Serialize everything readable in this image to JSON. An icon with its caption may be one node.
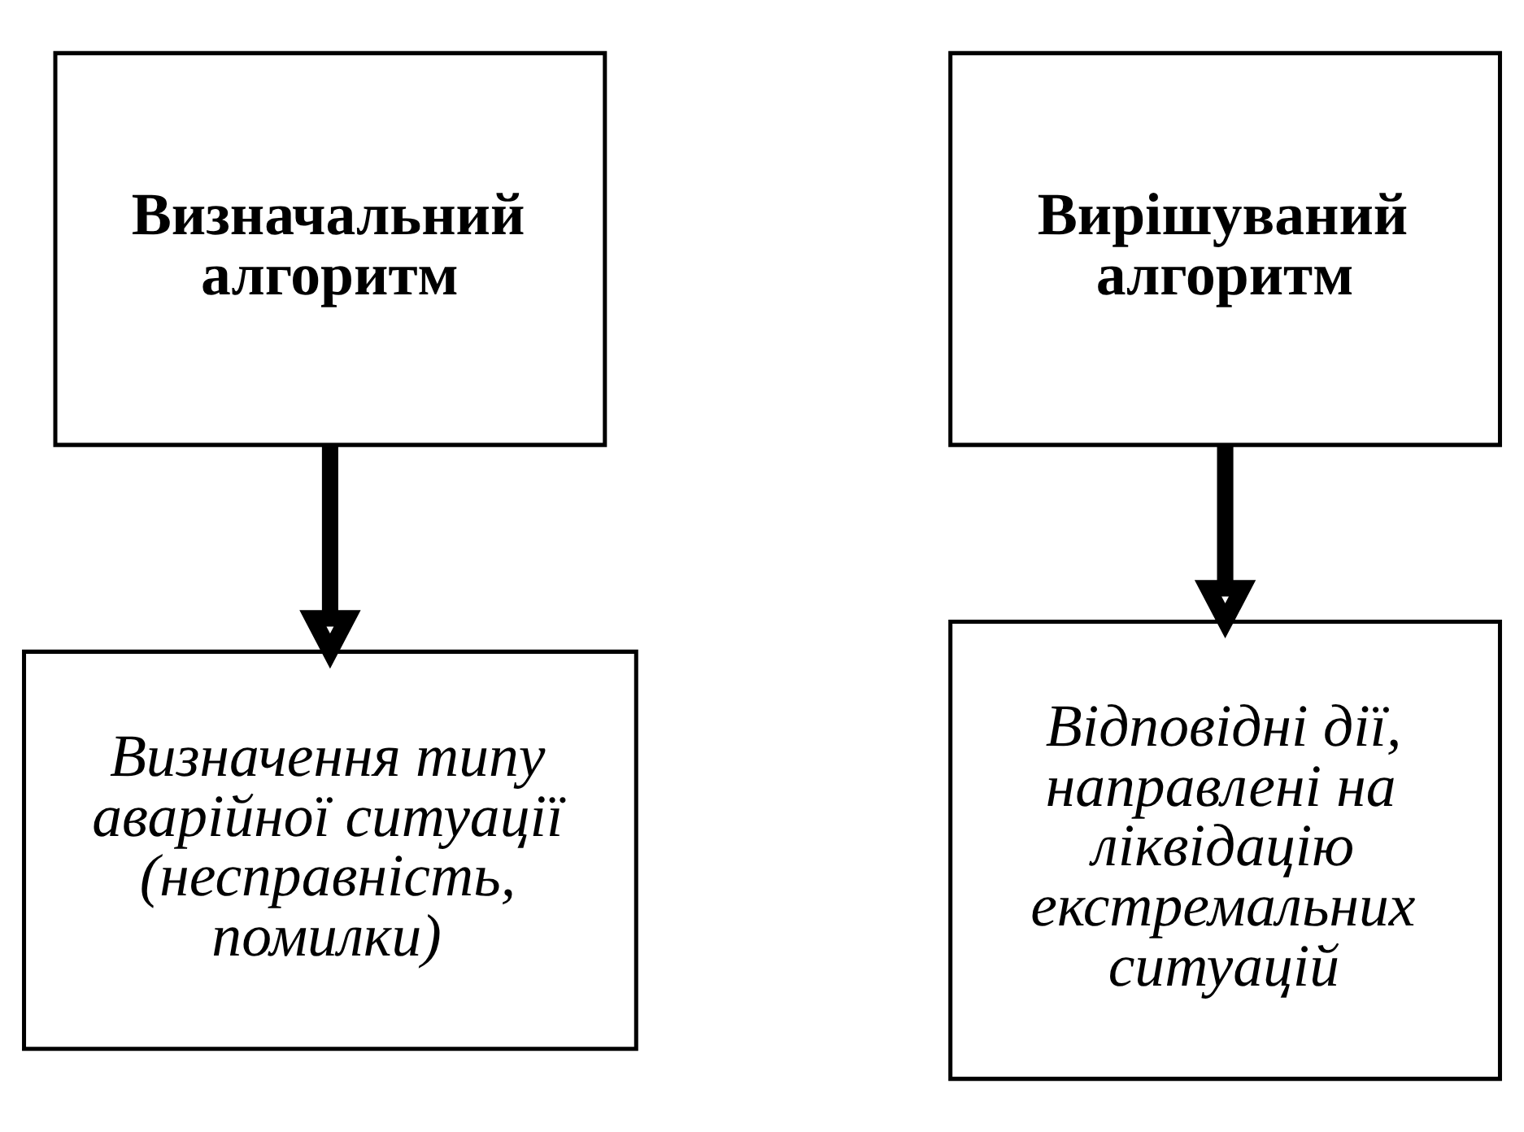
{
  "diagram": {
    "nodes": [
      {
        "text": [
          "Визначальний алгоритм"
        ]
      },
      {
        "text": [
          "Вирішуваний алгоритм"
        ]
      },
      {
        "text": [
          "Визначення типу аварійної ситуації (несправність, помилки)"
        ]
      },
      {
        "text": [
          "Відповідні дії, направлені на ліквідацію екстремальних ситуацій"
        ]
      }
    ],
    "edges": [
      {
        "from": 0,
        "to": 2,
        "arrow": "to"
      },
      {
        "from": 1,
        "to": 3,
        "arrow": "to"
      }
    ]
  }
}
